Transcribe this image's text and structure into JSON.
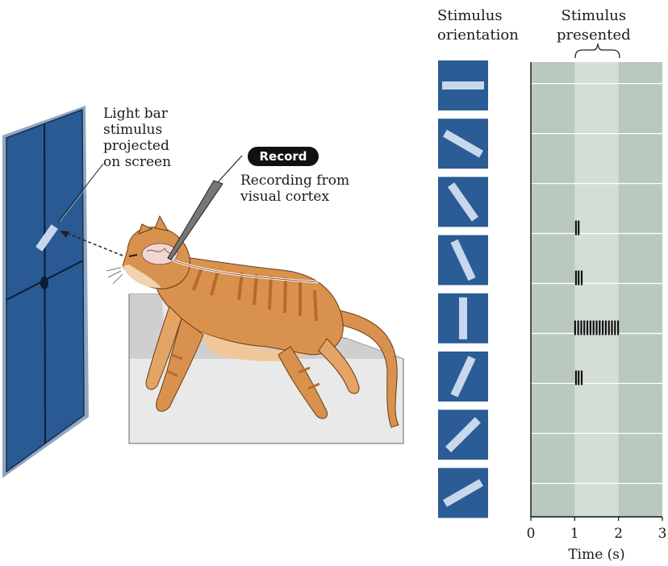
{
  "figure": {
    "light_bar_label": "Light bar\nstimulus\nprojected\non screen",
    "record_label": "Record",
    "recording_label": "Recording from\nvisual cortex",
    "stimulus_orientation_header": "Stimulus\norientation",
    "stimulus_presented_header": "Stimulus\npresented"
  },
  "colors": {
    "screen_blue": "#2a5a93",
    "tile_blue": "#2b5c95",
    "bar_light": "#c8d8ec",
    "plot_bg": "#b9c9bd",
    "stim_window": "#d3dfd6",
    "cat_orange": "#d9914e",
    "cat_stripe": "#b86a2c",
    "table_gray": "#e8e8e8"
  },
  "chart_data": {
    "type": "raster",
    "xlabel": "Time (s)",
    "xlim": [
      0,
      3
    ],
    "xticks": [
      0,
      1,
      2,
      3
    ],
    "stimulus_window": [
      1,
      2
    ],
    "orientations_deg": [
      0,
      30,
      55,
      65,
      90,
      115,
      135,
      150
    ],
    "trials": [
      {
        "spikes": []
      },
      {
        "spikes": []
      },
      {
        "spikes": []
      },
      {
        "spikes": [
          1.03,
          1.09
        ]
      },
      {
        "spikes": [
          1.03,
          1.09,
          1.16
        ]
      },
      {
        "spikes": [
          1.01,
          1.08,
          1.15,
          1.22,
          1.29,
          1.36,
          1.43,
          1.5,
          1.57,
          1.64,
          1.71,
          1.78,
          1.85,
          1.92,
          1.99
        ]
      },
      {
        "spikes": [
          1.03,
          1.09,
          1.16
        ]
      },
      {
        "spikes": []
      },
      {
        "spikes": []
      }
    ]
  }
}
